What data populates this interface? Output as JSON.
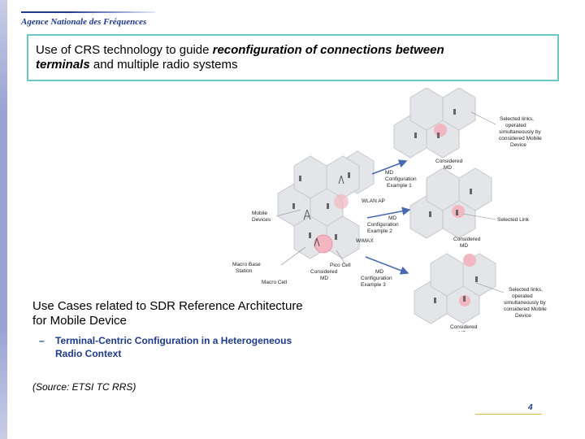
{
  "logo": {
    "text": "Agence Nationale des Fréquences"
  },
  "title": {
    "part1": "Use of CRS technology to guide ",
    "part2": "reconfiguration of connections between",
    "part3": "terminals",
    "part4": " and multiple radio systems"
  },
  "diagram": {
    "labels": {
      "mobile_devices": [
        "Mobile",
        "Devices"
      ],
      "wlan_ap": "WLAN AP",
      "wimax": "WiMAX",
      "macro_base_station": [
        "Macro Base",
        "Station"
      ],
      "macro_cell": "Macro Cell",
      "pico_cell": "Pico Cell",
      "considered_md_left": [
        "Considered",
        "MD"
      ],
      "md_config_1": [
        "MD",
        "Configuration",
        "Example 1"
      ],
      "md_config_2": [
        "MD",
        "Configuration",
        "Example 2"
      ],
      "md_config_3": [
        "MD",
        "Configuration",
        "Example 3"
      ],
      "selected_links_top": [
        "Selected links,",
        "operated",
        "simultaneously by",
        "considered Mobile",
        "Device"
      ],
      "considered_md_top": [
        "Considered",
        "MD"
      ],
      "selected_link_mid": "Selected Link",
      "considered_md_mid": [
        "Considered",
        "MD"
      ],
      "selected_links_bottom": [
        "Selected links,",
        "operated",
        "simultaneously by",
        "considered Mobile",
        "Device"
      ],
      "considered_md_bottom": [
        "Considered",
        "MD"
      ]
    }
  },
  "use_cases": {
    "line1": "Use Cases related to SDR Reference Architecture",
    "line2": "for Mobile Device"
  },
  "sub_item": {
    "dash": "–",
    "line1": "Terminal-Centric Configuration in a Heterogeneous",
    "line2": "Radio Context"
  },
  "source": "(Source: ETSI TC RRS)",
  "page_number": "4",
  "colors": {
    "accent_box": "#6cc8c4",
    "logo_blue": "#1e3a8a",
    "hex_fill": "#e4e5e8",
    "arrow_blue": "#4a68b0",
    "highlight_pink": "#f2b6c2"
  }
}
